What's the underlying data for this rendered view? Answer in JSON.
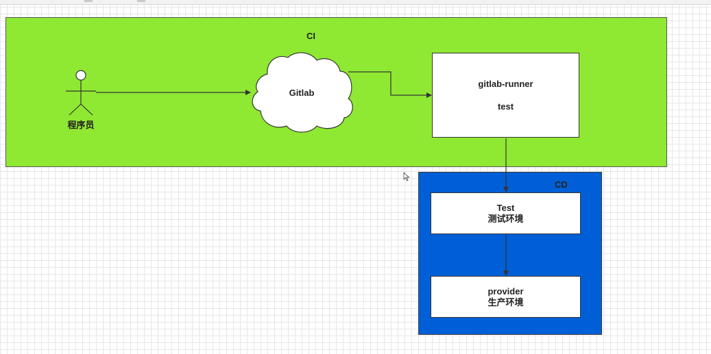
{
  "diagram": {
    "ci_label": "CI",
    "cd_label": "CD",
    "actor": {
      "label": "程序员",
      "icon": "stick-figure-icon"
    },
    "cloud": {
      "label": "Gitlab",
      "icon": "cloud-icon"
    },
    "runner": {
      "line1": "gitlab-runner",
      "line2": "test"
    },
    "test_env": {
      "line1": "Test",
      "line2": "测试环境"
    },
    "provider_env": {
      "line1": "provider",
      "line2": "生产环境"
    }
  },
  "colors": {
    "ci_fill": "#8fe832",
    "cd_fill": "#005fd6",
    "box_fill": "#ffffff",
    "stroke": "#333333"
  }
}
